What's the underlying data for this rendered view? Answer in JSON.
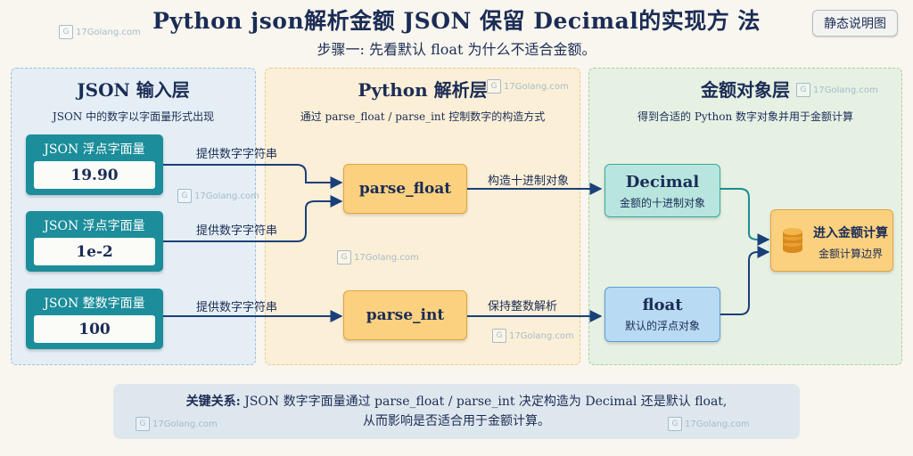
{
  "header": {
    "title": "Python json解析金额 JSON 保留 Decimal的实现方 法",
    "subtitle": "步骤一: 先看默认 float 为什么不适合金额。",
    "static_button": "静态说明图"
  },
  "layers": {
    "json": {
      "title": "JSON 输入层",
      "subtitle": "JSON 中的数字以字面量形式出现"
    },
    "python": {
      "title": "Python 解析层",
      "subtitle": "通过 parse_float / parse_int 控制数字的构造方式"
    },
    "amount": {
      "title": "金额对象层",
      "subtitle": "得到合适的 Python 数字对象并用于金额计算"
    }
  },
  "literals": [
    {
      "label": "JSON 浮点字面量",
      "value": "19.90"
    },
    {
      "label": "JSON 浮点字面量",
      "value": "1e-2"
    },
    {
      "label": "JSON 整数字面量",
      "value": "100"
    }
  ],
  "edge_labels": {
    "provide_1": "提供数字字符串",
    "provide_2": "提供数字字符串",
    "provide_3": "提供数字字符串",
    "construct_decimal": "构造十进制对象",
    "keep_int": "保持整数解析"
  },
  "processors": {
    "parse_float": "parse_float",
    "parse_int": "parse_int"
  },
  "outputs": {
    "decimal": {
      "title": "Decimal",
      "subtitle": "金额的十进制对象"
    },
    "float": {
      "title": "float",
      "subtitle": "默认的浮点对象"
    },
    "final": {
      "title": "进入金额计算",
      "subtitle": "金额计算边界",
      "icon": "coin-stack-icon"
    }
  },
  "key_relation": {
    "label": "关键关系:",
    "line1": "JSON 数字字面量通过 parse_float / parse_int 决定构造为 Decimal 还是默认 float,",
    "line2": "从而影响是否适合用于金额计算。"
  },
  "watermark": {
    "text": "17Golang.com"
  },
  "colors": {
    "arrow": "#1b3f7a",
    "literal": "#1c8d9a",
    "processor": "#fbd180",
    "decimal": "#b8e6df",
    "float": "#b9daf3",
    "final": "#fbd180"
  }
}
